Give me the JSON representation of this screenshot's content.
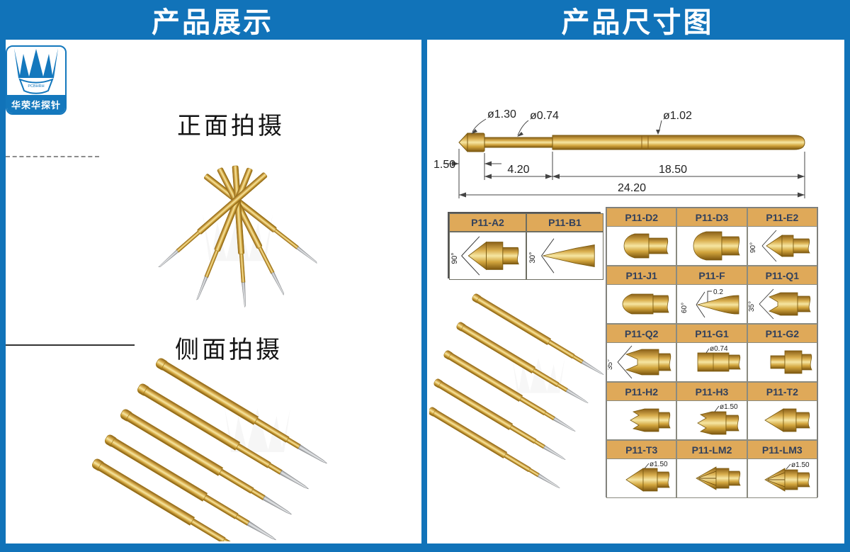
{
  "colors": {
    "accent_blue": "#1173b9",
    "table_header_gold": "#dfa959",
    "brass": "#d9ae4e"
  },
  "brand": {
    "name": "华荣华探针",
    "mark": "PCBHRH"
  },
  "left_panel": {
    "header": "产品展示",
    "front_label": "正面拍摄",
    "side_label": "侧面拍摄"
  },
  "right_panel": {
    "header": "产品尺寸图",
    "dimensions": {
      "dia_head": "ø1.30",
      "dia_plunger": "ø0.74",
      "dia_barrel": "ø1.02",
      "tip_len": "1.50",
      "head_len": "4.20",
      "barrel_len": "18.50",
      "total_len": "24.20"
    },
    "mini_table": [
      {
        "label": "P11-A2",
        "angle": "90°"
      },
      {
        "label": "P11-B1",
        "angle": "30°"
      }
    ],
    "grid": [
      {
        "label": "P11-D2"
      },
      {
        "label": "P11-D3"
      },
      {
        "label": "P11-E2",
        "angle": "90°"
      },
      {
        "label": "P11-J1"
      },
      {
        "label": "P11-F",
        "angle": "60°",
        "dim": "0.2"
      },
      {
        "label": "P11-Q1",
        "angle": "35°"
      },
      {
        "label": "P11-Q2",
        "angle": "35°"
      },
      {
        "label": "P11-G1",
        "dim": "ø0.74"
      },
      {
        "label": "P11-G2"
      },
      {
        "label": "P11-H2"
      },
      {
        "label": "P11-H3",
        "dim": "ø1.50"
      },
      {
        "label": "P11-T2"
      },
      {
        "label": "P11-T3",
        "dim": "ø1.50"
      },
      {
        "label": "P11-LM2"
      },
      {
        "label": "P11-LM3",
        "dim": "ø1.50"
      }
    ]
  }
}
